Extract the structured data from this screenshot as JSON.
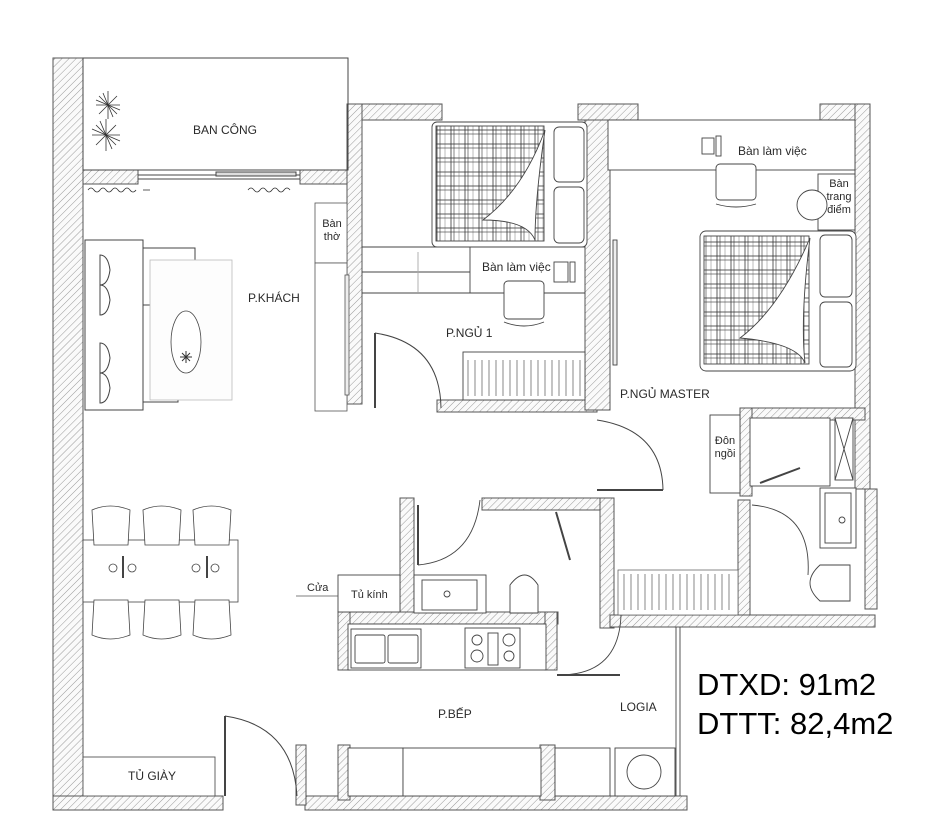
{
  "plan": {
    "type": "apartment-floor-plan",
    "rooms": {
      "balcony": "BAN CÔNG",
      "living_room": "P.KHÁCH",
      "bedroom_1": "P.NGỦ 1",
      "master_bedroom": "P.NGỦ MASTER",
      "kitchen": "P.BẾP",
      "loggia": "LOGIA"
    },
    "furniture": {
      "altar_table_line1": "Bàn",
      "altar_table_line2": "thờ",
      "desk_bedroom_1": "Bàn làm việc",
      "desk_master": "Bàn làm việc",
      "vanity_line1": "Bàn",
      "vanity_line2": "trang",
      "vanity_line3": "điểm",
      "stool_line1": "Đôn",
      "stool_line2": "ngồi",
      "glass_cabinet": "Tủ kính",
      "door_pointer": "Cửa",
      "shoe_cabinet": "TỦ GIÀY"
    },
    "areas": {
      "construction_area": "DTXD: 91m2",
      "usable_area": "DTTT: 82,4m2"
    },
    "colors": {
      "wall_hatch": "#8a8a8a",
      "line": "#444444",
      "background": "#ffffff",
      "text": "#222222"
    }
  }
}
